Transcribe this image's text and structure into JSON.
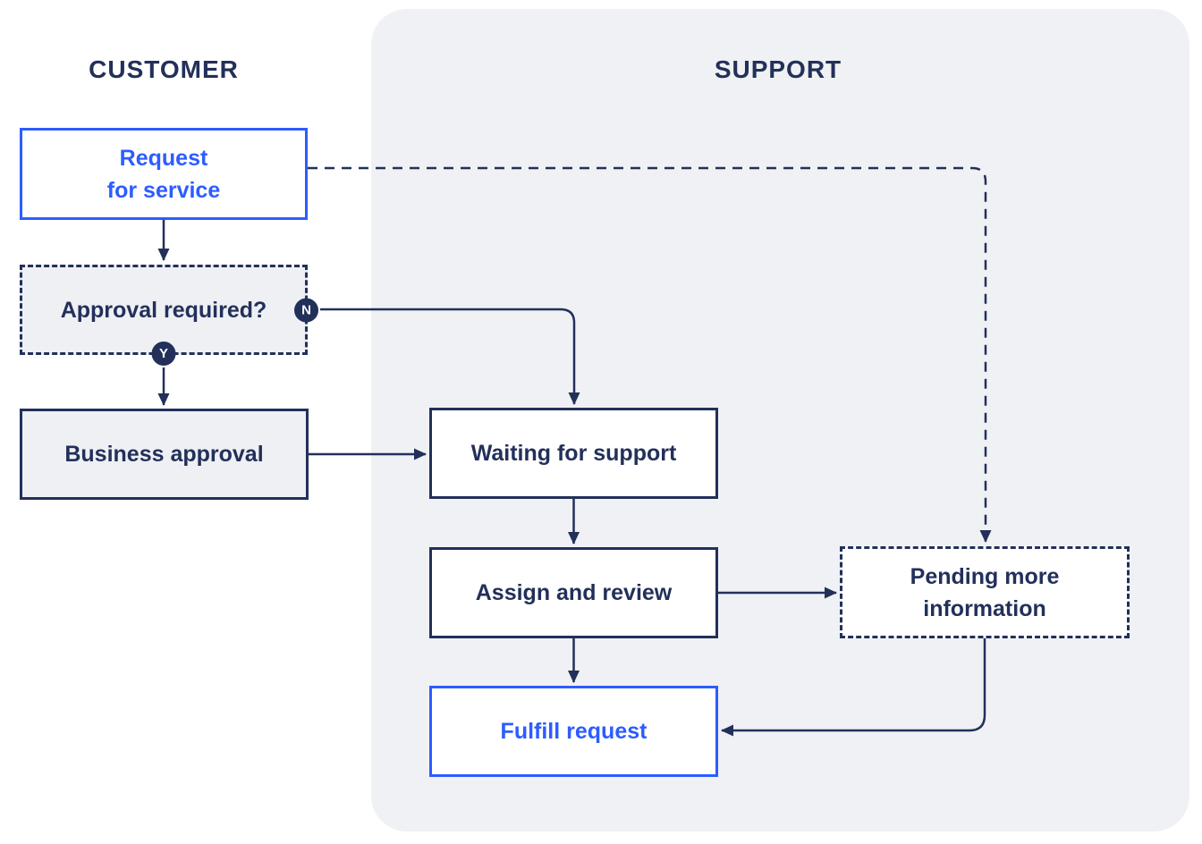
{
  "diagram": {
    "type": "flowchart",
    "lanes": [
      {
        "id": "customer",
        "label": "CUSTOMER"
      },
      {
        "id": "support",
        "label": "SUPPORT"
      }
    ],
    "nodes": [
      {
        "id": "request-for-service",
        "lane": "customer",
        "label": "Request\nfor service",
        "style": "blue-highlight",
        "border": "solid"
      },
      {
        "id": "approval-required",
        "lane": "customer",
        "label": "Approval required?",
        "style": "decision-gray",
        "border": "dashed",
        "badges": [
          {
            "id": "no",
            "label": "N"
          },
          {
            "id": "yes",
            "label": "Y"
          }
        ]
      },
      {
        "id": "business-approval",
        "lane": "customer",
        "label": "Business approval",
        "style": "gray",
        "border": "solid"
      },
      {
        "id": "waiting-for-support",
        "lane": "support",
        "label": "Waiting for support",
        "style": "default",
        "border": "solid"
      },
      {
        "id": "assign-and-review",
        "lane": "support",
        "label": "Assign and review",
        "style": "default",
        "border": "solid"
      },
      {
        "id": "pending-more-information",
        "lane": "support",
        "label": "Pending more\ninformation",
        "style": "default",
        "border": "dashed"
      },
      {
        "id": "fulfill-request",
        "lane": "support",
        "label": "Fulfill request",
        "style": "blue-highlight",
        "border": "solid"
      }
    ],
    "edges": [
      {
        "from": "request-for-service",
        "to": "approval-required",
        "line": "solid"
      },
      {
        "from": "request-for-service",
        "to": "pending-more-information",
        "line": "dashed"
      },
      {
        "from": "approval-required",
        "to": "waiting-for-support",
        "line": "solid",
        "condition": "N"
      },
      {
        "from": "approval-required",
        "to": "business-approval",
        "line": "solid",
        "condition": "Y"
      },
      {
        "from": "business-approval",
        "to": "waiting-for-support",
        "line": "solid"
      },
      {
        "from": "waiting-for-support",
        "to": "assign-and-review",
        "line": "solid"
      },
      {
        "from": "assign-and-review",
        "to": "pending-more-information",
        "line": "solid"
      },
      {
        "from": "assign-and-review",
        "to": "fulfill-request",
        "line": "solid"
      },
      {
        "from": "pending-more-information",
        "to": "fulfill-request",
        "line": "solid"
      }
    ]
  },
  "colors": {
    "navy": "#22305A",
    "blue": "#2D5CFF",
    "lane_background": "#F0F1F4",
    "gray_node_background": "#EFF0F4",
    "node_background": "#FFFFFF",
    "page_background": "#FFFFFF",
    "badge_text": "#FFFFFF"
  }
}
